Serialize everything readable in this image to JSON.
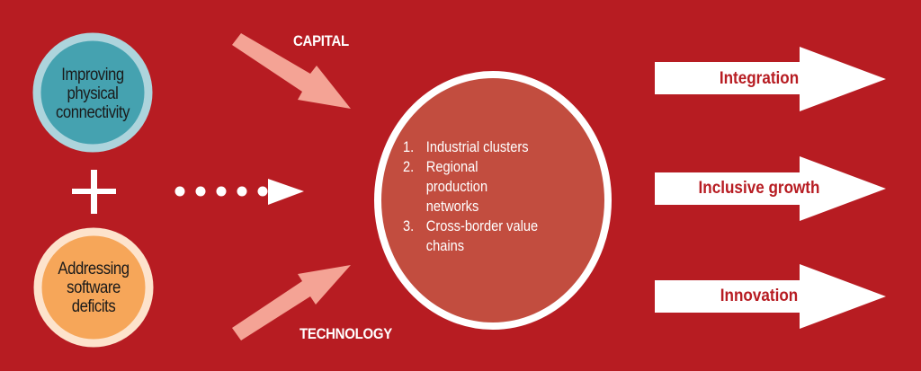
{
  "inputs": {
    "physical": "Improving physical connectivity",
    "software": "Addressing software deficits"
  },
  "flows": {
    "capital": "CAPITAL",
    "technology": "TECHNOLOGY"
  },
  "center_list": [
    {
      "num": "1.",
      "text": "Industrial clusters"
    },
    {
      "num": "2.",
      "text": "Regional production networks"
    },
    {
      "num": "3.",
      "text": "Cross-border value chains"
    }
  ],
  "outcomes": [
    "Integration",
    "Inclusive growth",
    "Innovation"
  ],
  "colors": {
    "background": "#b71c22",
    "teal": "#45a2b0",
    "teal_ring": "#add4dc",
    "orange": "#f6a659",
    "orange_ring": "#fde3cc",
    "center": "#c24d3f",
    "flow_arrow": "#f4a395"
  }
}
